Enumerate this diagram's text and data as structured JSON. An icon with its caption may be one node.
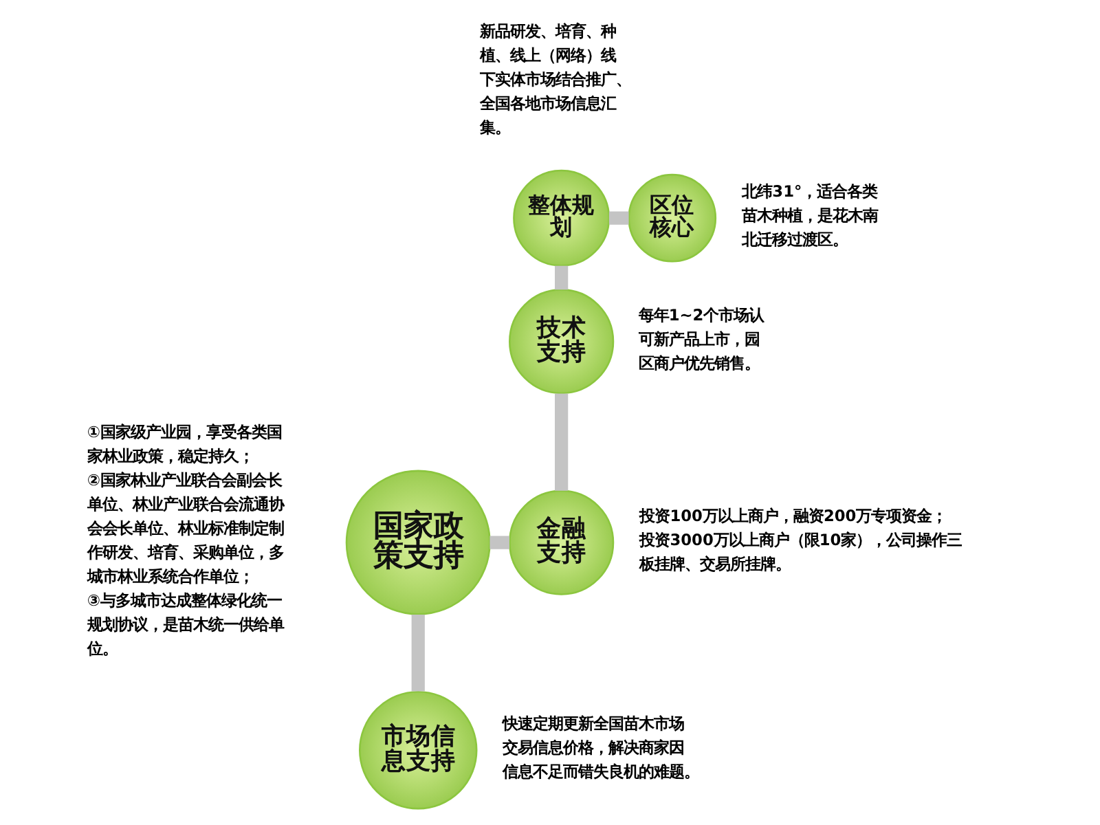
{
  "diagram": {
    "nodes": [
      {
        "text": [
          "市场信息支持"
        ],
        "beside": [
          "快速定期更新全国苗木市场交易信息价格，解决商家因信息不足而错失良机的难题。"
        ]
      },
      {
        "text": [
          "国家政策支持"
        ],
        "beside": [
          "①国家级产业园，享受各类国家林业政策，稳定持久；",
          "②国家林业产业联合会副会长单位、林业产业联合会流通协会会长单位、林业标准制定制作研发、培育、采购单位，多城市林业系统合作单位；",
          "③与多城市达成整体绿化统一规划协议，是苗木统一供给单位。"
        ]
      },
      {
        "text": [
          "金融支持"
        ],
        "beside": [
          "投资100万以上商户，融资200万专项资金；",
          "投资3000万以上商户（限10家），公司操作三板挂牌、交易所挂牌。"
        ]
      },
      {
        "text": [
          "技术支持"
        ],
        "beside": [
          "每年1~2个市场认可新产品上市，园区商户优先销售。"
        ]
      },
      {
        "text": [
          "整体规划"
        ],
        "beside": [
          "新品研发、培育、种植、线上（网络）线下实体市场结合推广、全国各地市场信息汇集。"
        ]
      },
      {
        "text": [
          "区位核心"
        ],
        "beside": [
          "北纬31°，适合各类苗木种植，是花木南北迁移过渡区。"
        ]
      }
    ],
    "edges": [
      {
        "from": 0,
        "to": 1,
        "arrow": "none"
      },
      {
        "from": 1,
        "to": 2,
        "arrow": "none"
      },
      {
        "from": 2,
        "to": 3,
        "arrow": "none"
      },
      {
        "from": 3,
        "to": 4,
        "arrow": "none"
      },
      {
        "from": 4,
        "to": 5,
        "arrow": "none"
      }
    ]
  }
}
